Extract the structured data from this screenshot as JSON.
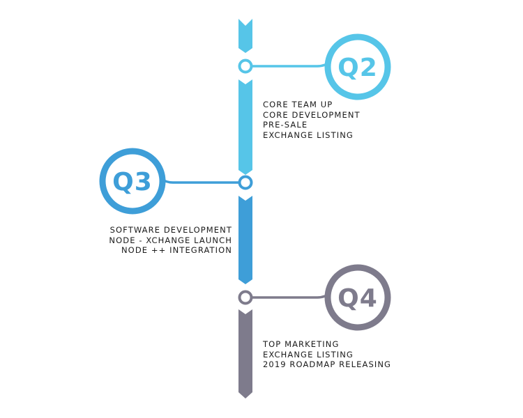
{
  "colors": {
    "q2": "#56c5e8",
    "q3": "#3e9ed8",
    "q4": "#7e7b8c",
    "text": "#1a1a1a"
  },
  "quarters": [
    {
      "label": "Q2",
      "items": [
        "CORE TEAM UP",
        "CORE DEVELOPMENT",
        "PRE-SALE",
        "EXCHANGE LISTING"
      ]
    },
    {
      "label": "Q3",
      "items": [
        "SOFTWARE DEVELOPMENT",
        "NODE - XCHANGE LAUNCH",
        "NODE ++ INTEGRATION"
      ]
    },
    {
      "label": "Q4",
      "items": [
        "TOP MARKETING",
        "EXCHANGE LISTING",
        "2019 ROADMAP RELEASING"
      ]
    }
  ]
}
